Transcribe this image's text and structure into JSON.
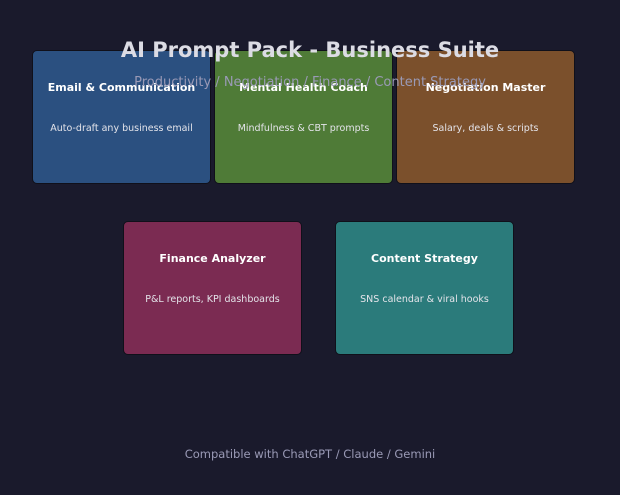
{
  "header": {
    "title": "AI Prompt Pack - Business Suite",
    "subtitle": "Productivity / Negotiation / Finance / Content Strategy"
  },
  "cards": [
    {
      "title": "Email & Communication",
      "description": "Auto-draft any business email",
      "color": "#2b5080"
    },
    {
      "title": "Mental Health Coach",
      "description": "Mindfulness & CBT prompts",
      "color": "#4f7b37"
    },
    {
      "title": "Negotiation Master",
      "description": "Salary, deals & scripts",
      "color": "#7b502c"
    },
    {
      "title": "Finance Analyzer",
      "description": "P&L reports, KPI dashboards",
      "color": "#7b2b52"
    },
    {
      "title": "Content Strategy",
      "description": "SNS calendar & viral hooks",
      "color": "#2b7b7b"
    }
  ],
  "footer": {
    "text": "Compatible with ChatGPT / Claude / Gemini"
  }
}
